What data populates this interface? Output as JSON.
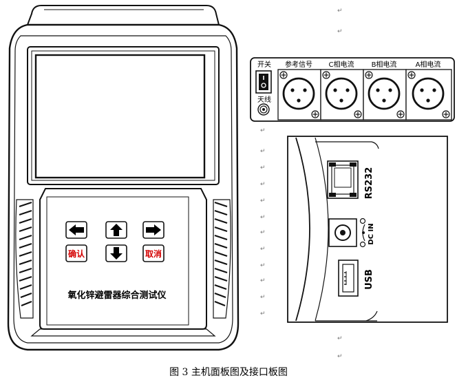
{
  "device": {
    "name": "氧化锌避雷器综合测试仪",
    "keys": {
      "confirm": "确认",
      "cancel": "取消"
    }
  },
  "top_panel": {
    "power_label": "开关",
    "antenna_label": "天线",
    "connectors": [
      {
        "label": "参考信号"
      },
      {
        "label": "C相电流"
      },
      {
        "label": "B相电流"
      },
      {
        "label": "A相电流"
      }
    ]
  },
  "side_panel": {
    "rs232_label": "RS232",
    "dc_label": "DC IN",
    "usb_label": "USB"
  },
  "caption": "图 3  主机面板图及接口板图",
  "markers": {
    "return_mark": "↵"
  }
}
